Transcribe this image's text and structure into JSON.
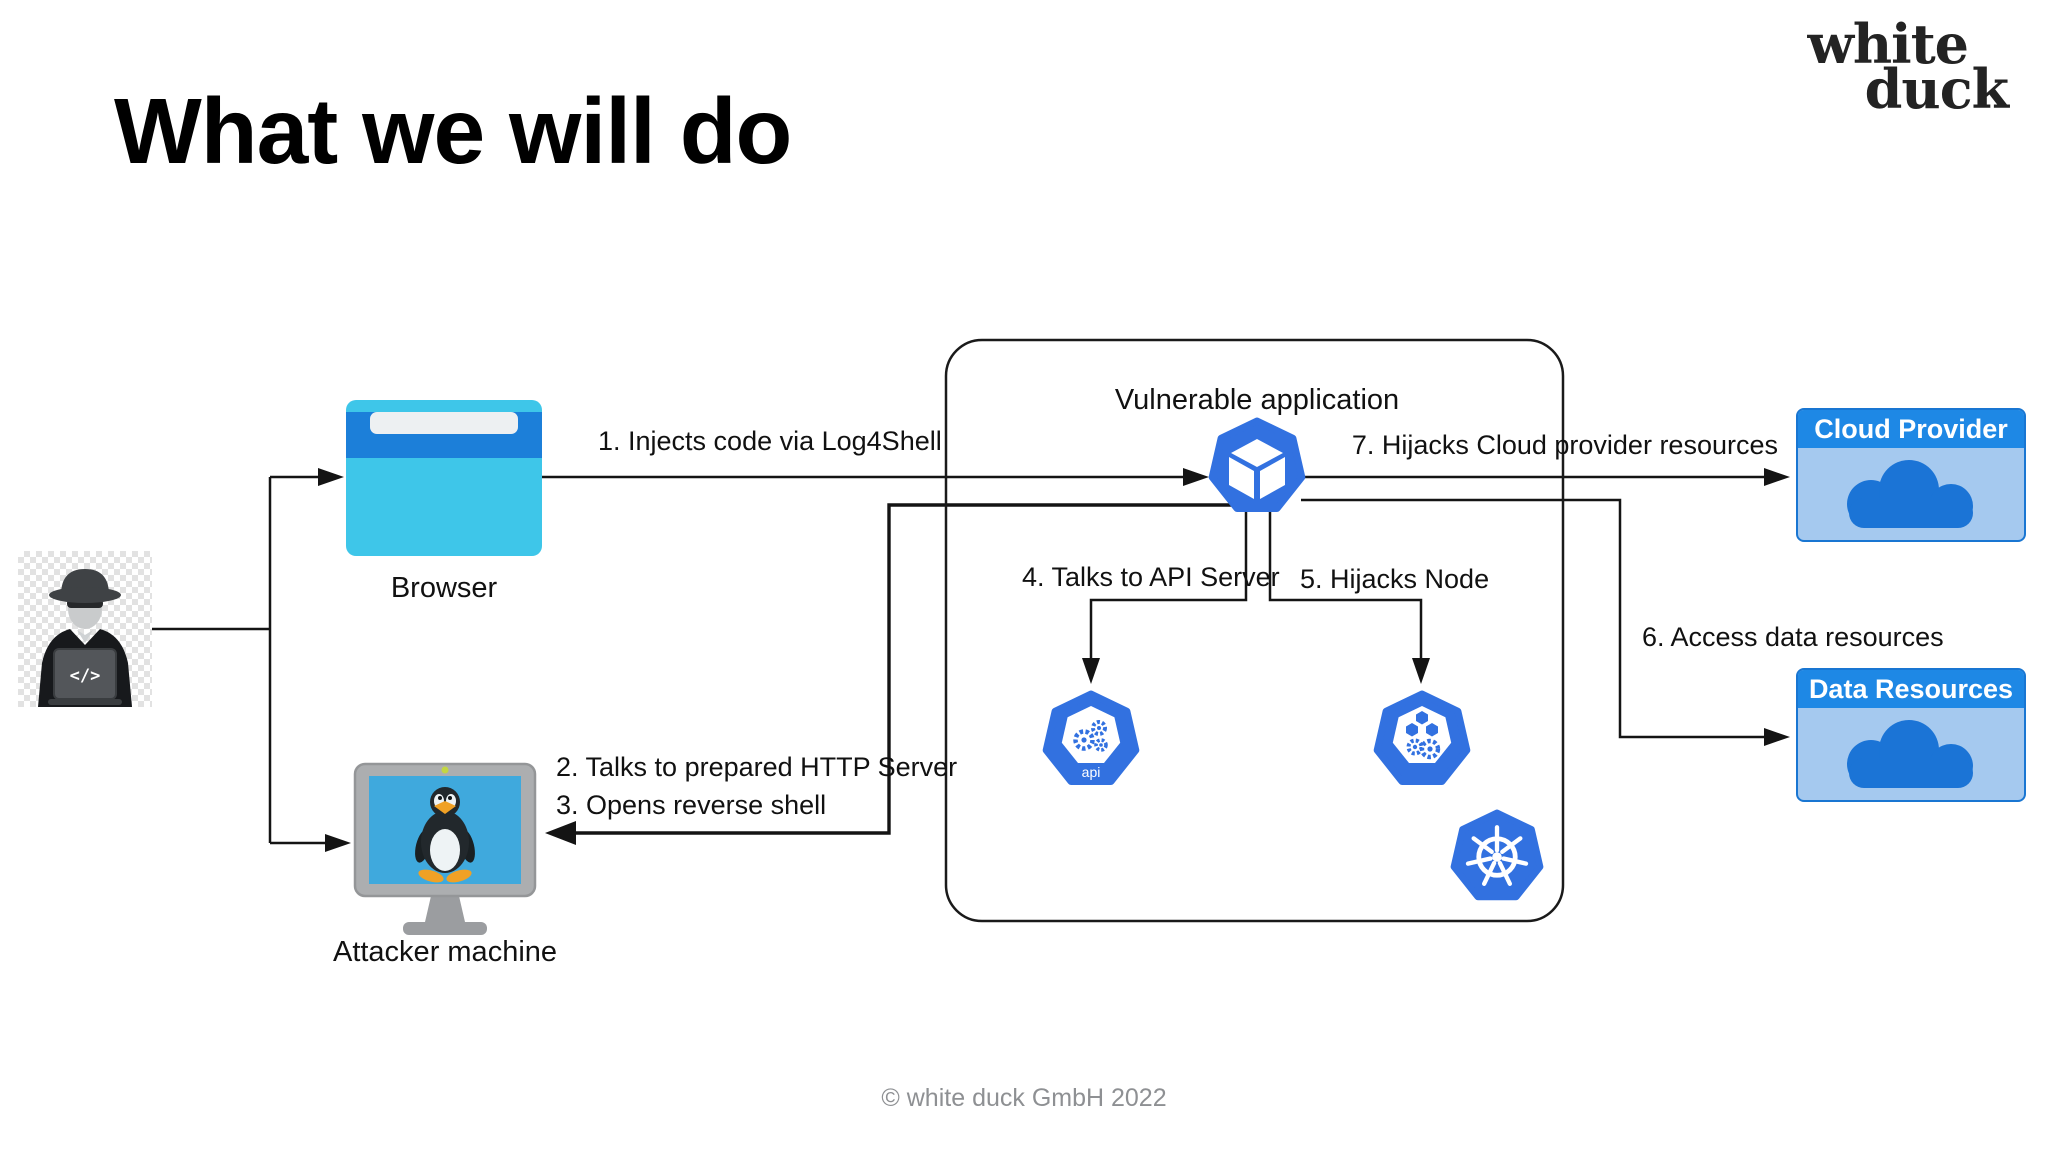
{
  "header": {
    "title": "What we will do",
    "logo_line1": "white",
    "logo_line2": "duck"
  },
  "footer": {
    "copyright": "© white duck GmbH 2022"
  },
  "diagram": {
    "nodes": {
      "attacker": {
        "icon": "hacker-icon",
        "laptop_text": "</>"
      },
      "browser": {
        "label": "Browser",
        "icon": "browser-window-icon"
      },
      "attacker_machine": {
        "label": "Attacker machine",
        "icon": "linux-monitor-icon"
      },
      "vulnerable_app": {
        "label": "Vulnerable application",
        "icon": "kubernetes-pod-icon"
      },
      "api_server": {
        "icon": "kubernetes-api-server-icon",
        "icon_label": "api"
      },
      "node": {
        "icon": "kubernetes-node-icon"
      },
      "kubernetes": {
        "icon": "kubernetes-wheel-icon"
      },
      "cloud_provider": {
        "label": "Cloud Provider",
        "icon": "cloud-icon"
      },
      "data_resources": {
        "label": "Data Resources",
        "icon": "cloud-icon"
      }
    },
    "steps": [
      {
        "label": "1. Injects code via Log4Shell"
      },
      {
        "label": "2. Talks to prepared HTTP Server"
      },
      {
        "label": "3. Opens reverse shell"
      },
      {
        "label": "4. Talks to API Server"
      },
      {
        "label": "5. Hijacks Node"
      },
      {
        "label": "6. Access data resources"
      },
      {
        "label": "7. Hijacks Cloud provider resources"
      }
    ],
    "edges": [
      {
        "from": "attacker",
        "to": "browser"
      },
      {
        "from": "attacker",
        "to": "attacker_machine"
      },
      {
        "from": "browser",
        "to": "vulnerable_app",
        "step": "1"
      },
      {
        "from": "vulnerable_app",
        "to": "attacker_machine",
        "step": "2, 3"
      },
      {
        "from": "vulnerable_app",
        "to": "api_server",
        "step": "4"
      },
      {
        "from": "vulnerable_app",
        "to": "node",
        "step": "5"
      },
      {
        "from": "vulnerable_app",
        "to": "data_resources",
        "step": "6"
      },
      {
        "from": "vulnerable_app",
        "to": "cloud_provider",
        "step": "7"
      }
    ]
  },
  "colors": {
    "kubernetes_blue": "#3271E0",
    "line": "#141414",
    "box_header_blue": "#1E88E5",
    "box_body_blue": "#A5C9EF",
    "cloud_fill_blue": "#1B74D6",
    "browser_top": "#1C7FD9",
    "browser_body": "#3EC6E9",
    "screen_blue": "#3FA9DD",
    "tux_orange": "#F0A125"
  }
}
